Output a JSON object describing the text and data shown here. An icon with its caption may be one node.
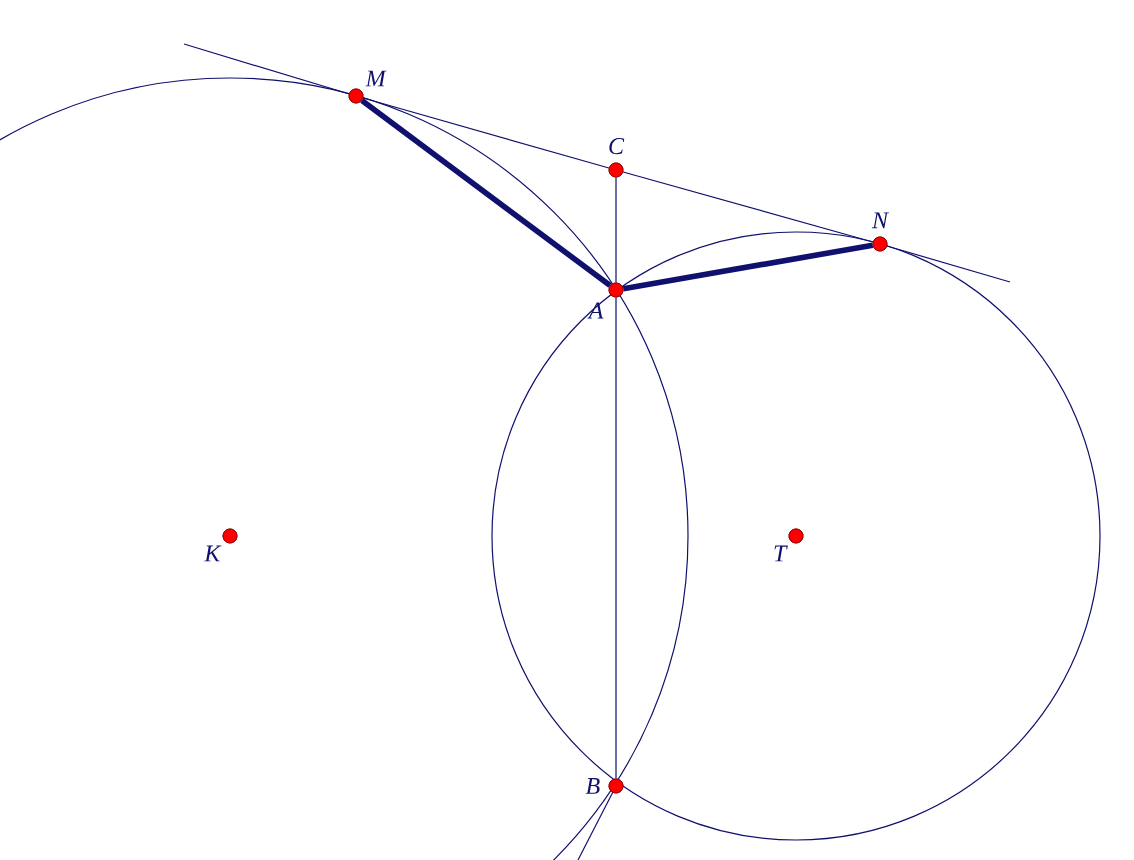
{
  "diagram": {
    "nodes": [
      {
        "text": [
          "M"
        ]
      },
      {
        "text": [
          "C"
        ]
      },
      {
        "text": [
          "N"
        ]
      },
      {
        "text": [
          "A"
        ]
      },
      {
        "text": [
          "K"
        ]
      },
      {
        "text": [
          "T"
        ]
      },
      {
        "text": [
          "B"
        ]
      }
    ],
    "edges": [
      {
        "from": 0,
        "to": 3,
        "arrow": "none",
        "style": "thick"
      },
      {
        "from": 3,
        "to": 2,
        "arrow": "none",
        "style": "thick"
      },
      {
        "from": 0,
        "to": 1,
        "arrow": "none"
      },
      {
        "from": 1,
        "to": 2,
        "arrow": "none"
      },
      {
        "from": 1,
        "to": 3,
        "arrow": "none"
      },
      {
        "from": 3,
        "to": 6,
        "arrow": "none"
      }
    ]
  }
}
